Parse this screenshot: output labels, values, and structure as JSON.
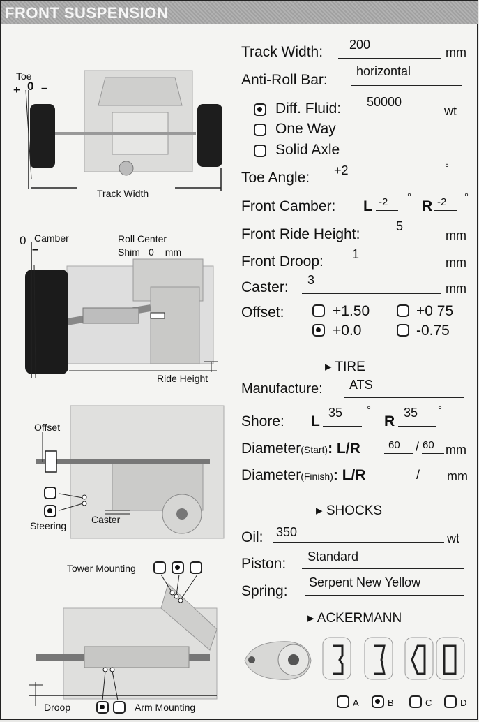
{
  "title": "FRONT SUSPENSION",
  "diagram_labels": {
    "toe": "Toe",
    "toe_plus": "+",
    "toe_zero": "0",
    "toe_minus": "–",
    "track_width": "Track Width",
    "camber_zero": "0",
    "camber": "Camber",
    "camber_minus": "–",
    "roll_center": "Roll Center",
    "shim_label": "Shim",
    "shim_value": "0",
    "shim_unit": "mm",
    "ride_height": "Ride Height",
    "offset": "Offset",
    "steering": "Steering",
    "caster": "Caster",
    "tower_mounting": "Tower Mounting",
    "droop": "Droop",
    "arm_mounting": "Arm Mounting"
  },
  "form": {
    "track_width": {
      "label": "Track Width:",
      "value": "200",
      "unit": "mm"
    },
    "anti_roll_bar": {
      "label": "Anti-Roll Bar:",
      "value": "horizontal"
    },
    "diff_fluid": {
      "label": "Diff. Fluid:",
      "value": "50000",
      "unit": "wt",
      "checked": true
    },
    "one_way": {
      "label": "One Way",
      "checked": false
    },
    "solid_axle": {
      "label": "Solid Axle",
      "checked": false
    },
    "toe_angle": {
      "label": "Toe Angle:",
      "value": "+2",
      "unit": "°"
    },
    "front_camber": {
      "label": "Front Camber:",
      "l_label": "L",
      "l_value": "-2",
      "r_label": "R",
      "r_value": "-2",
      "unit": "°"
    },
    "front_ride_height": {
      "label": "Front Ride Height:",
      "value": "5",
      "unit": "mm"
    },
    "front_droop": {
      "label": "Front Droop:",
      "value": "1",
      "unit": "mm"
    },
    "caster": {
      "label": "Caster:",
      "value": "3",
      "unit": "mm"
    },
    "offset": {
      "label": "Offset:",
      "options": [
        {
          "label": "+1.50",
          "checked": false
        },
        {
          "label": "+0 75",
          "checked": false
        },
        {
          "label": "+0.0",
          "checked": true
        },
        {
          "label": "-0.75",
          "checked": false
        }
      ]
    }
  },
  "tire": {
    "header": "▸ TIRE",
    "manufacture": {
      "label": "Manufacture:",
      "value": "ATS"
    },
    "shore": {
      "label": "Shore:",
      "l_label": "L",
      "l_value": "35",
      "r_label": "R",
      "r_value": "35",
      "unit": "°"
    },
    "diameter_start": {
      "label": "Diameter",
      "paren": "(Start)",
      "lr": ": L/R",
      "l_value": "60",
      "sep": "/",
      "r_value": "60",
      "unit": "mm"
    },
    "diameter_finish": {
      "label": "Diameter",
      "paren": "(Finish)",
      "lr": ": L/R",
      "l_value": "",
      "sep": "/",
      "r_value": "",
      "unit": "mm"
    }
  },
  "shocks": {
    "header": "▸ SHOCKS",
    "oil": {
      "label": "Oil:",
      "value": "350",
      "unit": "wt"
    },
    "piston": {
      "label": "Piston:",
      "value": "Standard"
    },
    "spring": {
      "label": "Spring:",
      "value": "Serpent New Yellow"
    }
  },
  "ackermann": {
    "header": "▸ ACKERMANN",
    "options": [
      {
        "label": "A",
        "checked": false
      },
      {
        "label": "B",
        "checked": true
      },
      {
        "label": "C",
        "checked": false
      },
      {
        "label": "D",
        "checked": false
      }
    ]
  }
}
